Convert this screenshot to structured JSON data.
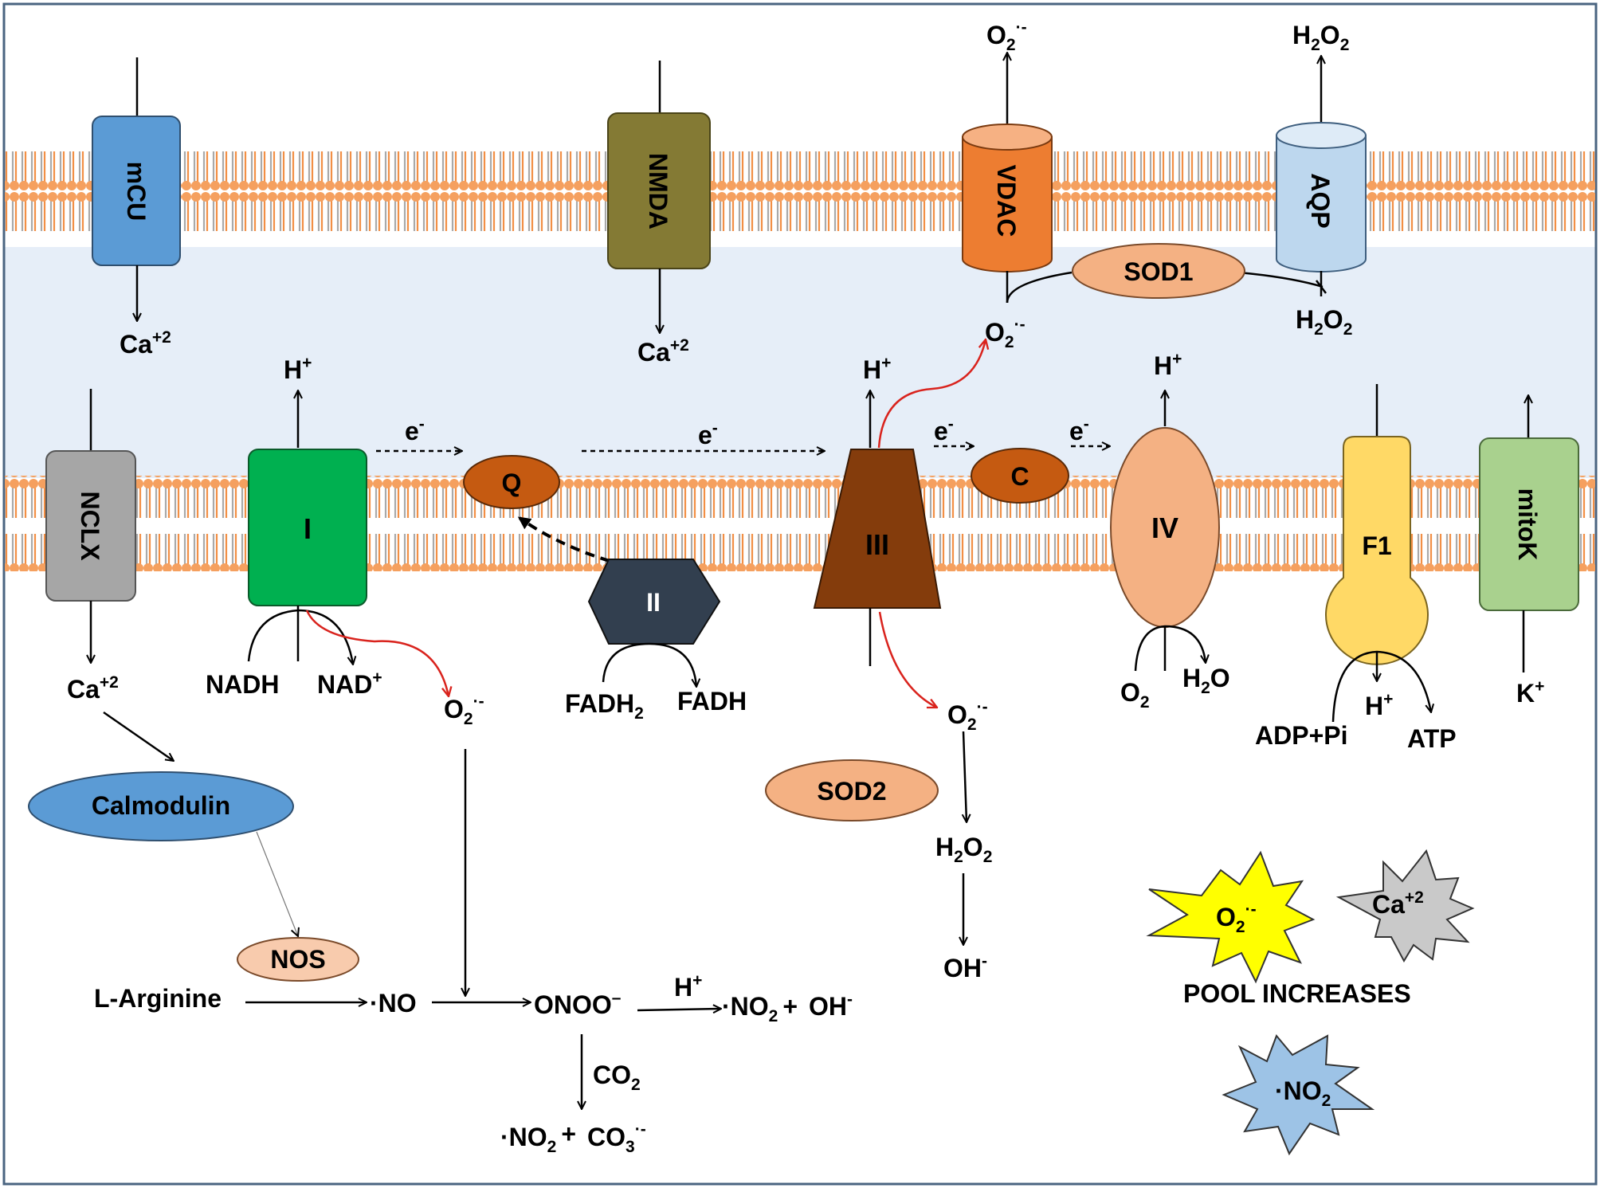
{
  "proteins": {
    "mcu": "mCU",
    "nmda": "NMDA",
    "vdac": "VDAC",
    "aqp": "AQP",
    "sod1": "SOD1",
    "nclx": "NCLX",
    "complex1": "I",
    "q": "Q",
    "complex2": "II",
    "complex3": "III",
    "c": "C",
    "complex4": "IV",
    "f1": "F1",
    "mitok": "mitoK",
    "calmodulin": "Calmodulin",
    "nos": "NOS",
    "sod2": "SOD2"
  },
  "species": {
    "ca": "Ca",
    "ca_charge": "+2",
    "h": "H",
    "plus": "+",
    "minus": "-",
    "e": "e",
    "o2": "O",
    "sub2": "2",
    "sub3": "3",
    "superoxide_charge": "·-",
    "h2o": "H",
    "water_o": "O",
    "h2o2_h": "H",
    "h2o2_o": "O",
    "nadh": "NADH",
    "nad": "NAD",
    "fadh": "FADH",
    "adp": "ADP+Pi",
    "atp": "ATP",
    "k": "K",
    "oh": "OH",
    "arginine": "L-Arginine",
    "no": "·NO",
    "onoo": "ONOO",
    "onoo_charge": "–",
    "no2": "·NO",
    "co": "CO",
    "plus_sign": "+"
  },
  "legend": {
    "pool_increases": "POOL INCREASES",
    "star_o2": "O",
    "star_ca": "Ca",
    "star_no2": "·NO"
  }
}
